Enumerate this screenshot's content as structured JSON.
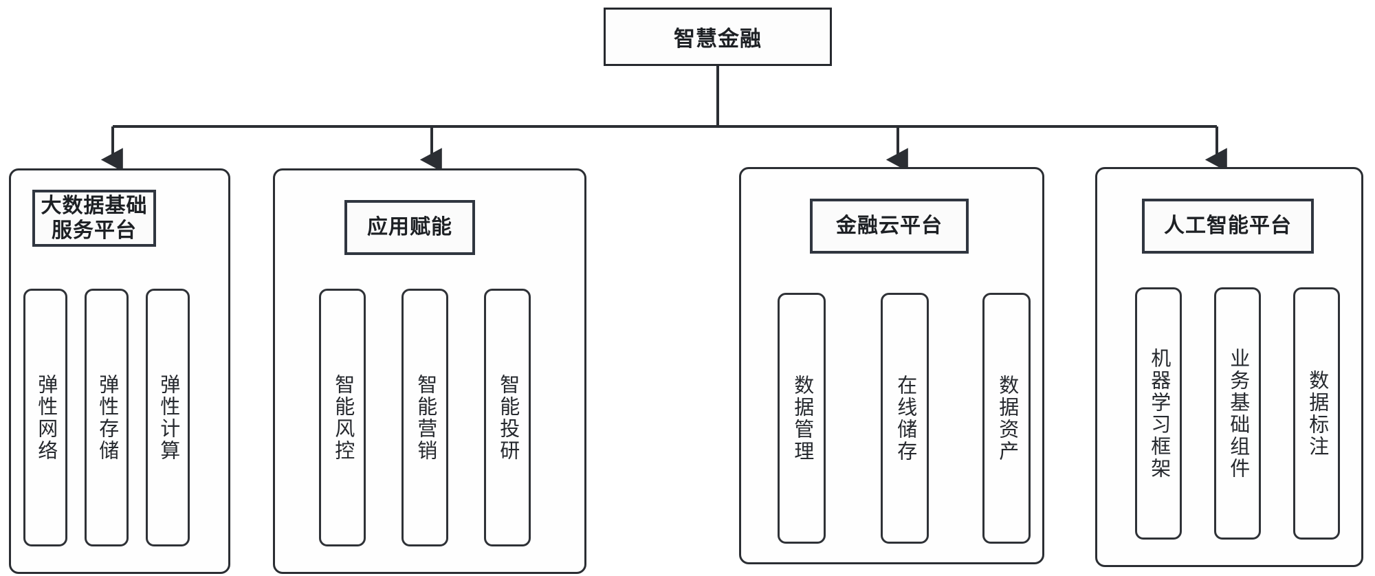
{
  "diagram": {
    "type": "hierarchy-tree",
    "root": {
      "label": "智慧金融"
    },
    "panels": [
      {
        "id": "big-data-platform",
        "header": "大数据基础\n服务平台",
        "header_lines": [
          "大数据基础",
          "服务平台"
        ],
        "children": [
          "弹性网络",
          "弹性存储",
          "弹性计算"
        ]
      },
      {
        "id": "application-empowerment",
        "header": "应用赋能",
        "header_lines": [
          "应用赋能"
        ],
        "children": [
          "智能风控",
          "智能营销",
          "智能投研"
        ]
      },
      {
        "id": "financial-cloud-platform",
        "header": "金融云平台",
        "header_lines": [
          "金融云平台"
        ],
        "children": [
          "数据管理",
          "在线储存",
          "数据资产"
        ]
      },
      {
        "id": "ai-platform",
        "header": "人工智能平台",
        "header_lines": [
          "人工智能平台"
        ],
        "children": [
          "机器学习框架",
          "业务基础组件",
          "数据标注"
        ]
      }
    ],
    "colors": {
      "stroke": "#2b2e33",
      "root_stroke": "#26292e",
      "header_stroke": "#303640",
      "text": "#1d2024",
      "background": "#ffffff"
    }
  }
}
